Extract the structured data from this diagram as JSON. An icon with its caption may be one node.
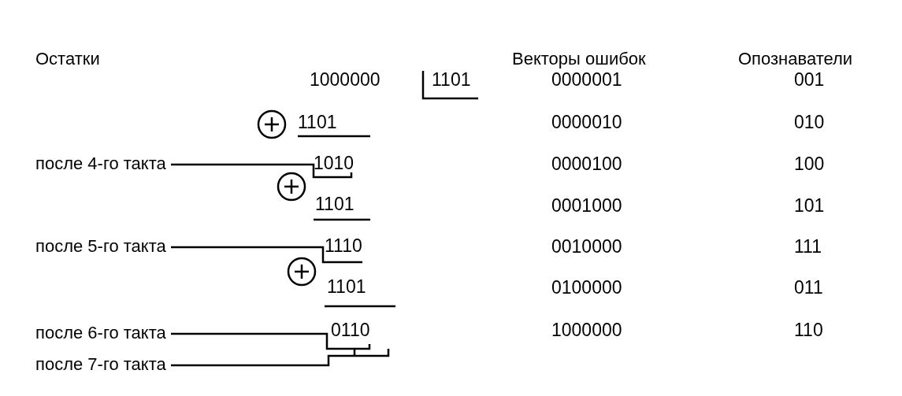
{
  "diagram": {
    "nodes": [
      {
        "text": [
          "после 4-го такта"
        ]
      },
      {
        "text": [
          "1010"
        ]
      },
      {
        "text": [
          "после 5-го такта"
        ]
      },
      {
        "text": [
          "1110"
        ]
      },
      {
        "text": [
          "после 6-го такта"
        ]
      },
      {
        "text": [
          "0110"
        ]
      },
      {
        "text": [
          "после 7-го такта"
        ]
      }
    ],
    "edges": [
      {
        "from": 0,
        "to": 1,
        "arrow": "none"
      },
      {
        "from": 2,
        "to": 3,
        "arrow": "none"
      },
      {
        "from": 4,
        "to": 5,
        "arrow": "none"
      },
      {
        "from": 6,
        "to": 5,
        "arrow": "none"
      }
    ],
    "labels": [
      "Остатки",
      "Векторы ошибок",
      "Опознаватели",
      "1000000",
      "1101",
      "1101",
      "1101",
      "1101",
      "0000001",
      "001",
      "0000010",
      "010",
      "0000100",
      "100",
      "0001000",
      "101",
      "0010000",
      "111",
      "0100000",
      "011",
      "1000000",
      "110"
    ]
  }
}
